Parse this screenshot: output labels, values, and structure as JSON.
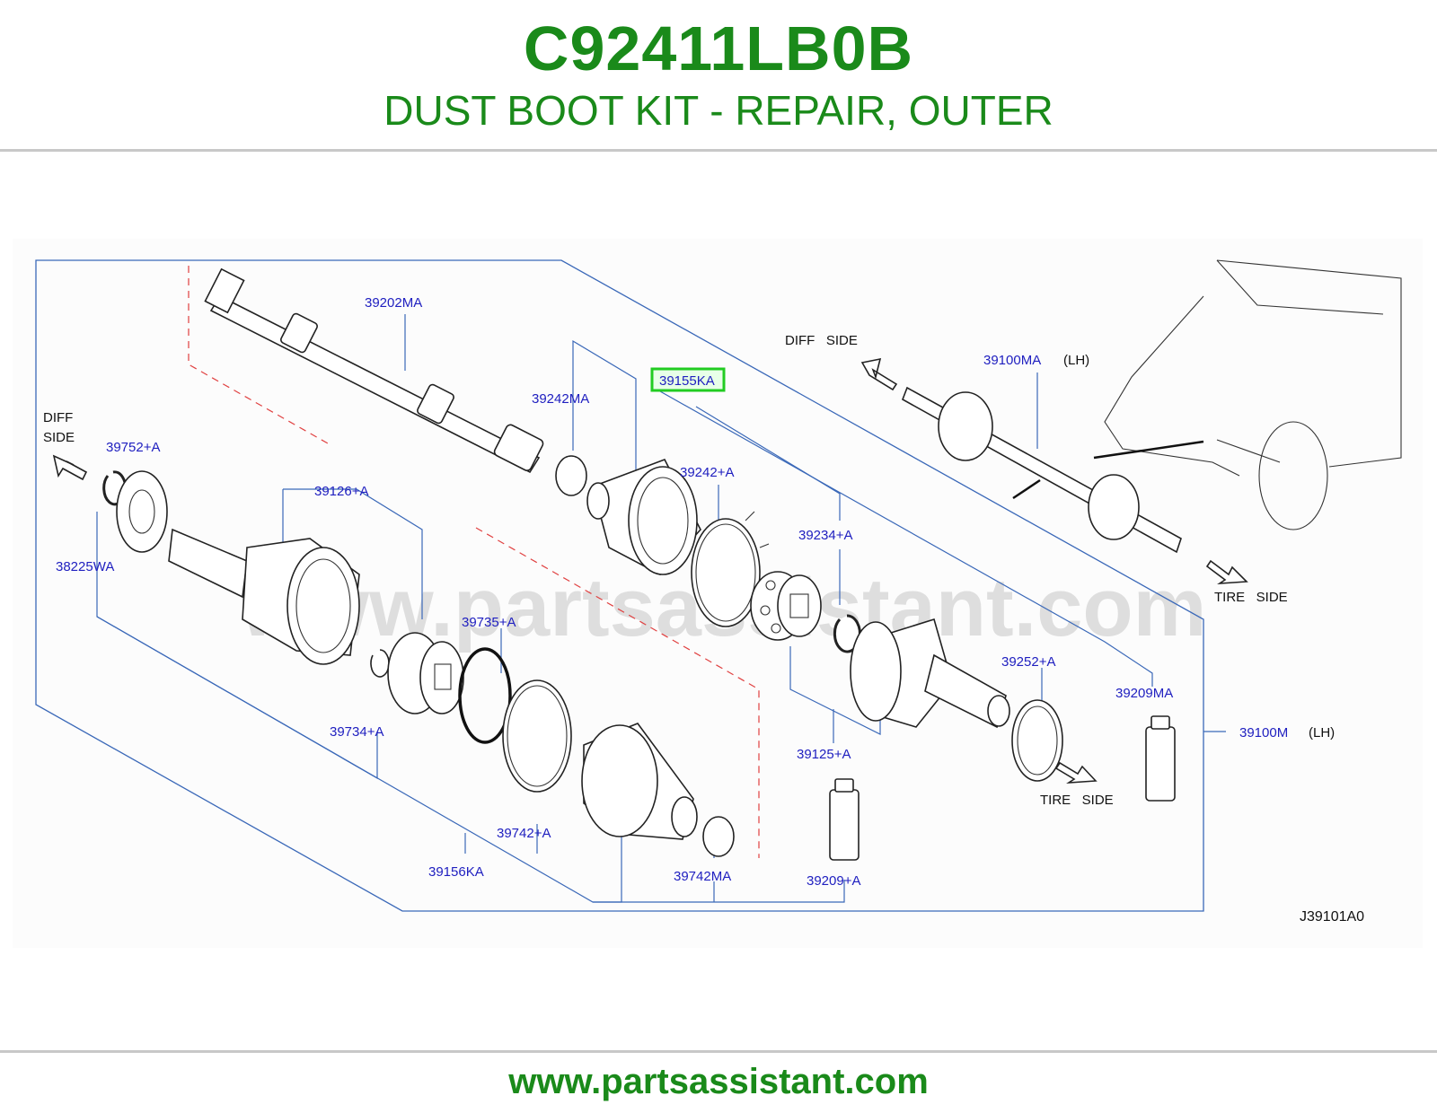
{
  "header": {
    "part_number": "C92411LB0B",
    "description": "DUST BOOT KIT - REPAIR, OUTER"
  },
  "footer": {
    "url": "www.partsassistant.com"
  },
  "diagram": {
    "watermark": "www.partsassistant.com",
    "figure_code": "J39101A0",
    "highlighted_label": "39155KA",
    "colors": {
      "brand": "#1a8a1a",
      "label": "#2020c0",
      "frame": "#3a68b8",
      "highlight": "#22cc22",
      "dashed": "#e04040"
    },
    "labels": {
      "p39202MA": "39202MA",
      "p39242MA": "39242MA",
      "p39155KA": "39155KA",
      "p39242A": "39242+A",
      "p39752A": "39752+A",
      "p38225WA": "38225WA",
      "p39126A": "39126+A",
      "p39234A": "39234+A",
      "p39735A": "39735+A",
      "p39734A": "39734+A",
      "p39252A": "39252+A",
      "p39125A": "39125+A",
      "p39209MA": "39209MA",
      "p39100M": "39100M",
      "p39742A": "39742+A",
      "p39156KA": "39156KA",
      "p39742MA": "39742MA",
      "p39209A": "39209+A",
      "p39100MA": "39100MA",
      "lh1": "(LH)",
      "lh2": "(LH)"
    },
    "directions": {
      "diff_side_left_1": "DIFF",
      "diff_side_left_2": "SIDE",
      "diff_side_top": "DIFF   SIDE",
      "tire_side_top": "TIRE   SIDE",
      "tire_side_bottom": "TIRE   SIDE"
    }
  }
}
